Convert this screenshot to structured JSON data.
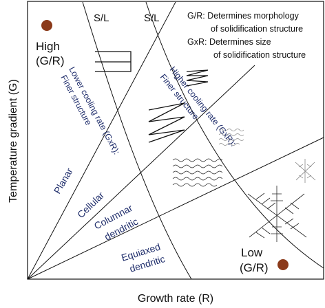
{
  "axes": {
    "x_label": "Growth rate (R)",
    "y_label": "Temperature gradient (G)"
  },
  "boundary_labels": [
    "S/L",
    "S/L"
  ],
  "legend": {
    "line1": "G/R: Determines morphology",
    "line2": "of solidification structure",
    "line3": "GxR: Determines size",
    "line4": "of solidification structure"
  },
  "corner_high": {
    "line1": "High",
    "line2": "(G/R)"
  },
  "corner_low": {
    "line1": "Low",
    "line2": "(G/R)"
  },
  "cooling_rate": {
    "lower": {
      "line1": "Lower cooling rate (GxR):",
      "line2": "Finer structure"
    },
    "higher": {
      "line1": "Higher cooling rate (GxR):",
      "line2": "Finer structure"
    }
  },
  "regions": {
    "planar": "Planar",
    "cellular": "Cellular",
    "columnar_line1": "Columnar",
    "columnar_line2": "dendritic",
    "equiaxed_line1": "Equiaxed",
    "equiaxed_line2": "dendritic"
  },
  "colors": {
    "dot": "#8b3a1a",
    "region_text": "#1f2d6b",
    "line": "#111111"
  }
}
